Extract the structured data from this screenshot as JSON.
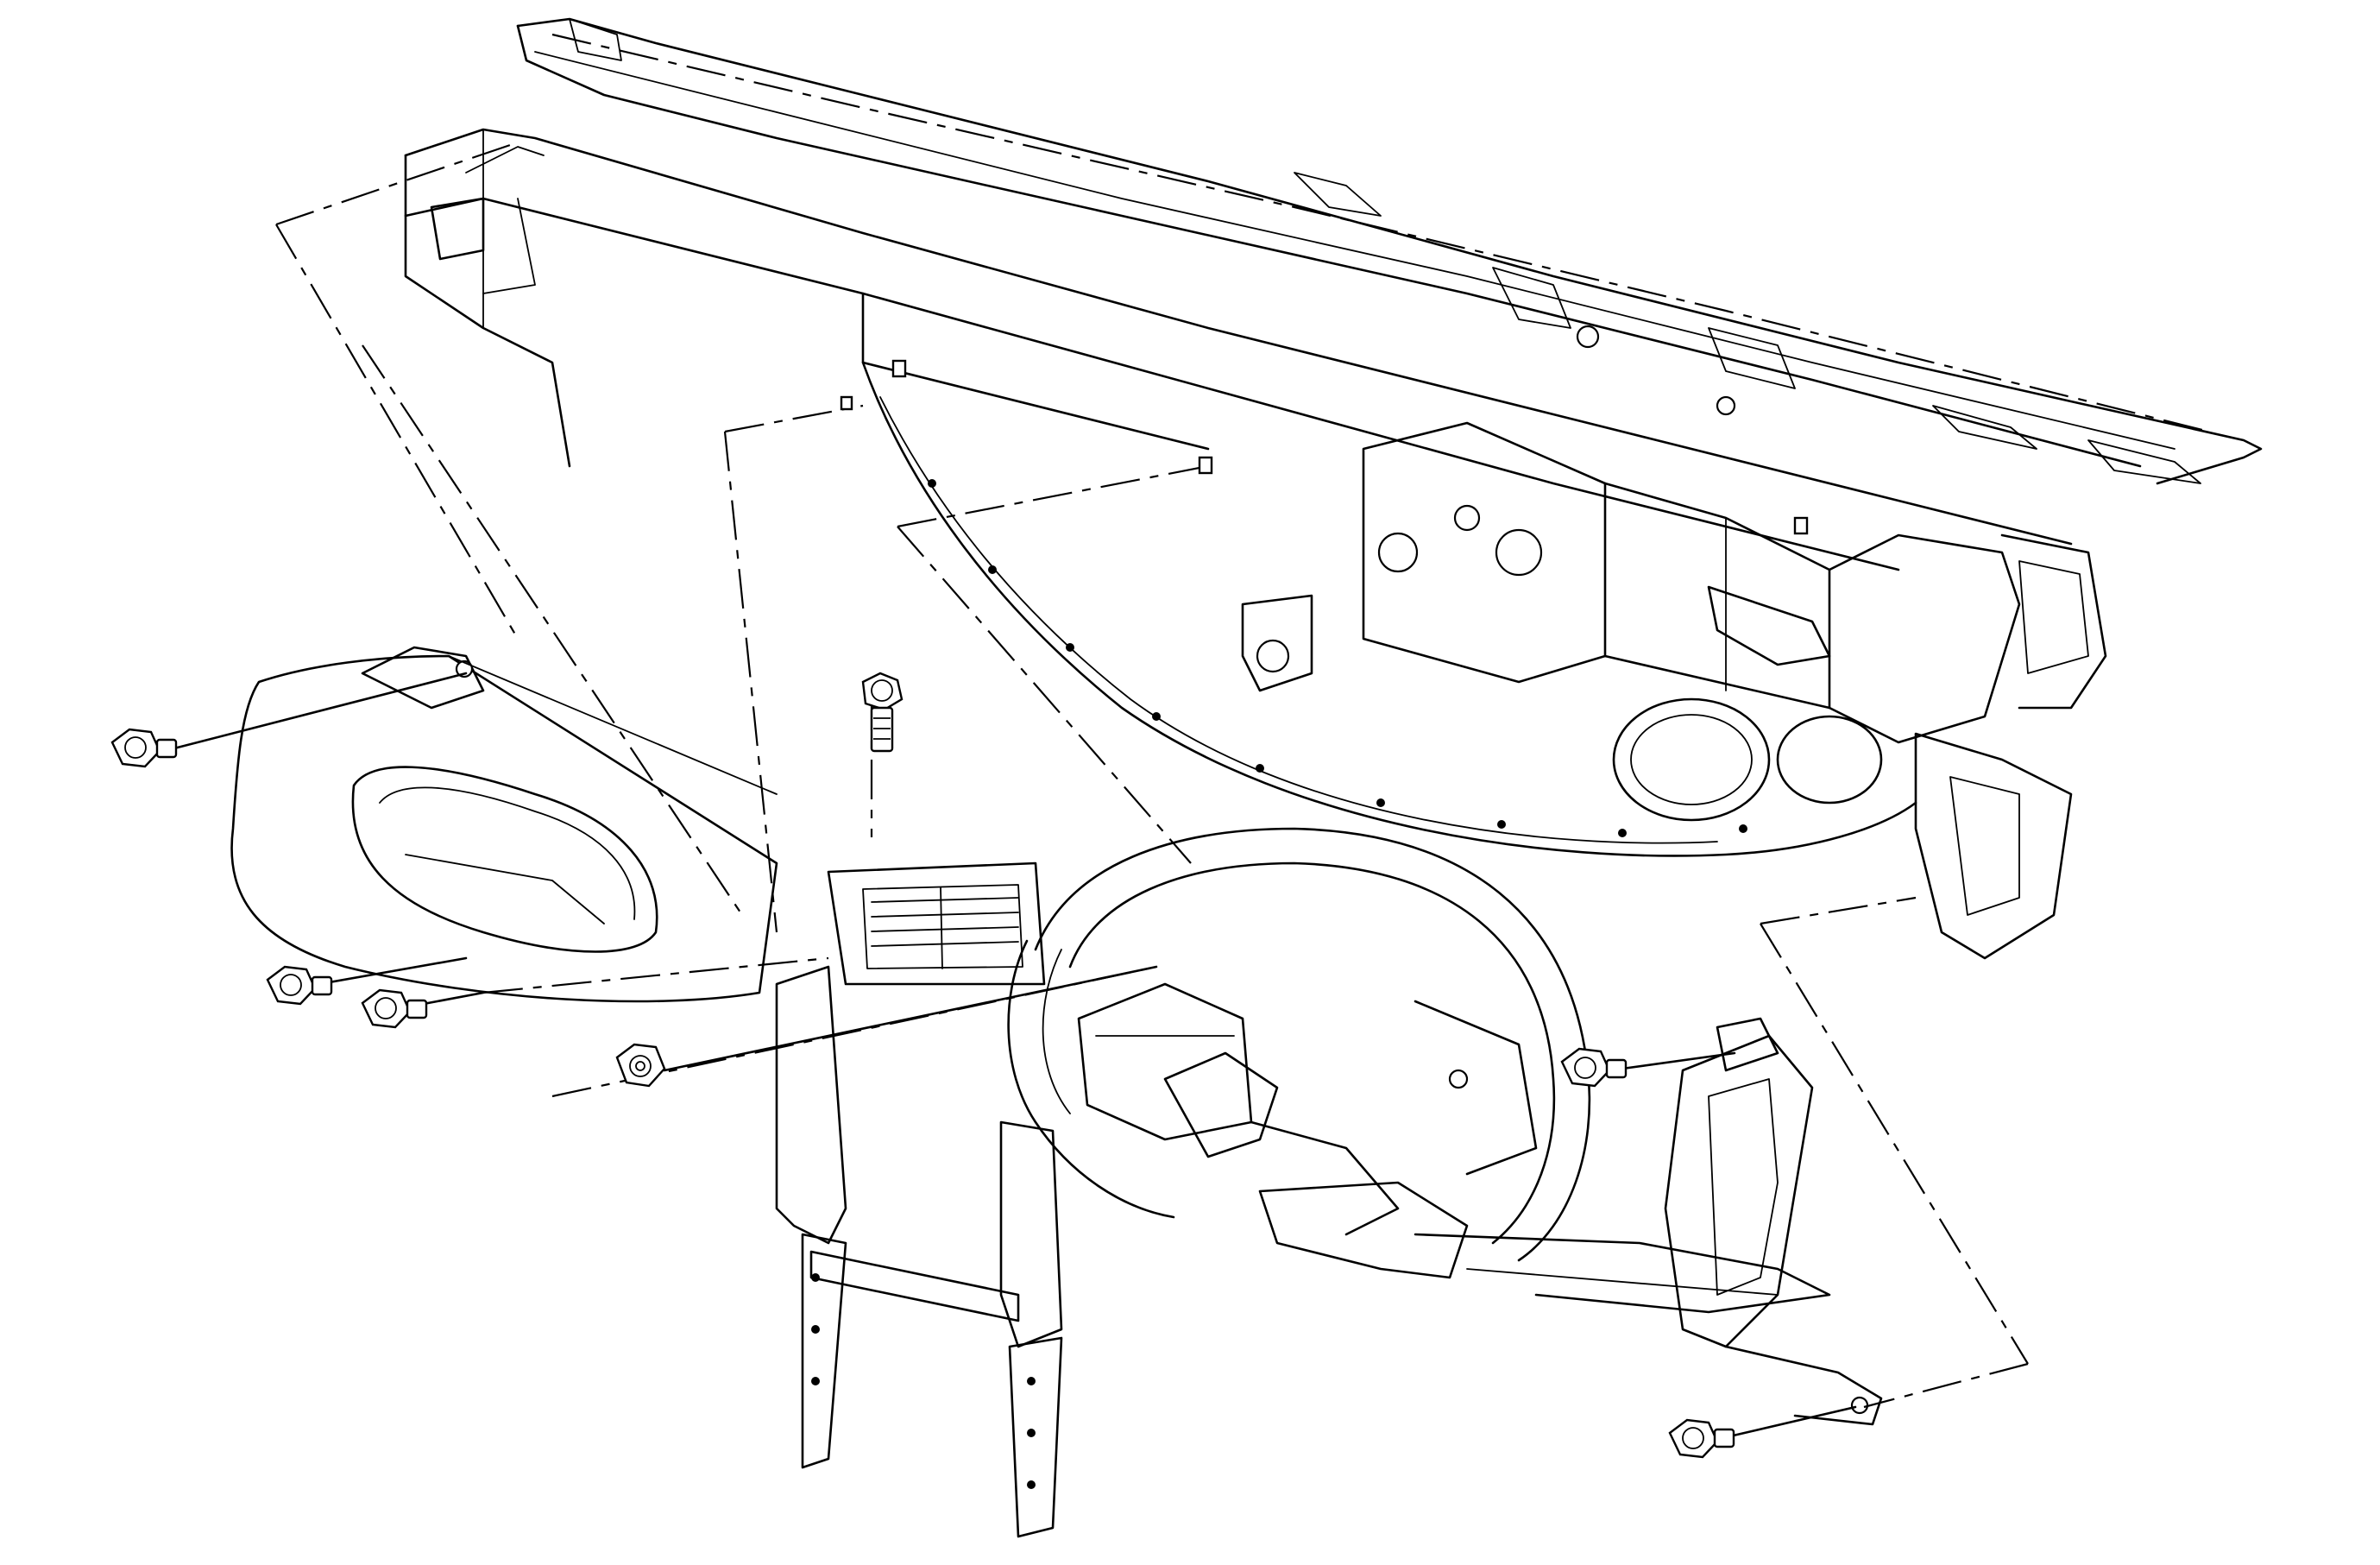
{
  "diagram": {
    "kind": "exploded-assembly-line-drawing",
    "components": [
      {
        "id": "upper-cowl-panel"
      },
      {
        "id": "cross-car-beam"
      },
      {
        "id": "lower-dash-panel"
      },
      {
        "id": "instrument-panel-carrier"
      },
      {
        "id": "left-lower-trim"
      },
      {
        "id": "right-side-bracket"
      },
      {
        "id": "center-vent"
      }
    ],
    "fasteners": [
      {
        "id": "bolt-left-upper"
      },
      {
        "id": "bolt-left-lower-a"
      },
      {
        "id": "bolt-left-lower-b"
      },
      {
        "id": "nut-left-center"
      },
      {
        "id": "bolt-center-top"
      },
      {
        "id": "bolt-right-middle"
      },
      {
        "id": "bolt-right-lower"
      }
    ]
  }
}
